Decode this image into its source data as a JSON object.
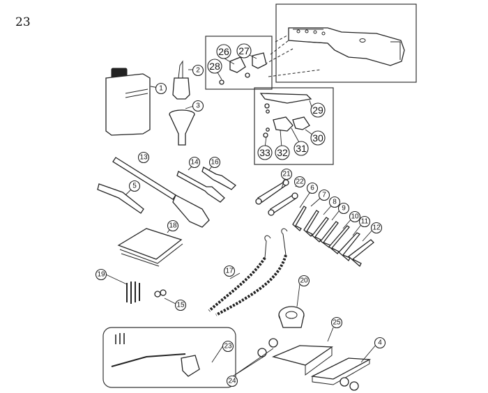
{
  "page": {
    "number": "23"
  },
  "callouts": [
    {
      "id": "1",
      "label": "1"
    },
    {
      "id": "2",
      "label": "2"
    },
    {
      "id": "3",
      "label": "3"
    },
    {
      "id": "4",
      "label": "4"
    },
    {
      "id": "5",
      "label": "5"
    },
    {
      "id": "6",
      "label": "6"
    },
    {
      "id": "7",
      "label": "7"
    },
    {
      "id": "8",
      "label": "8"
    },
    {
      "id": "9",
      "label": "9"
    },
    {
      "id": "10",
      "label": "10"
    },
    {
      "id": "11",
      "label": "11"
    },
    {
      "id": "12",
      "label": "12"
    },
    {
      "id": "13",
      "label": "13"
    },
    {
      "id": "14",
      "label": "14"
    },
    {
      "id": "15",
      "label": "15"
    },
    {
      "id": "16",
      "label": "16"
    },
    {
      "id": "17",
      "label": "17"
    },
    {
      "id": "18",
      "label": "18"
    },
    {
      "id": "19",
      "label": "19"
    },
    {
      "id": "20",
      "label": "20"
    },
    {
      "id": "21",
      "label": "21"
    },
    {
      "id": "22",
      "label": "22"
    },
    {
      "id": "23",
      "label": "23"
    },
    {
      "id": "24",
      "label": "24"
    },
    {
      "id": "25",
      "label": "25"
    },
    {
      "id": "26",
      "label": "26"
    },
    {
      "id": "27",
      "label": "27"
    },
    {
      "id": "28",
      "label": "28"
    },
    {
      "id": "29",
      "label": "29"
    },
    {
      "id": "30",
      "label": "30"
    },
    {
      "id": "31",
      "label": "31"
    },
    {
      "id": "32",
      "label": "32"
    },
    {
      "id": "33",
      "label": "33"
    }
  ]
}
